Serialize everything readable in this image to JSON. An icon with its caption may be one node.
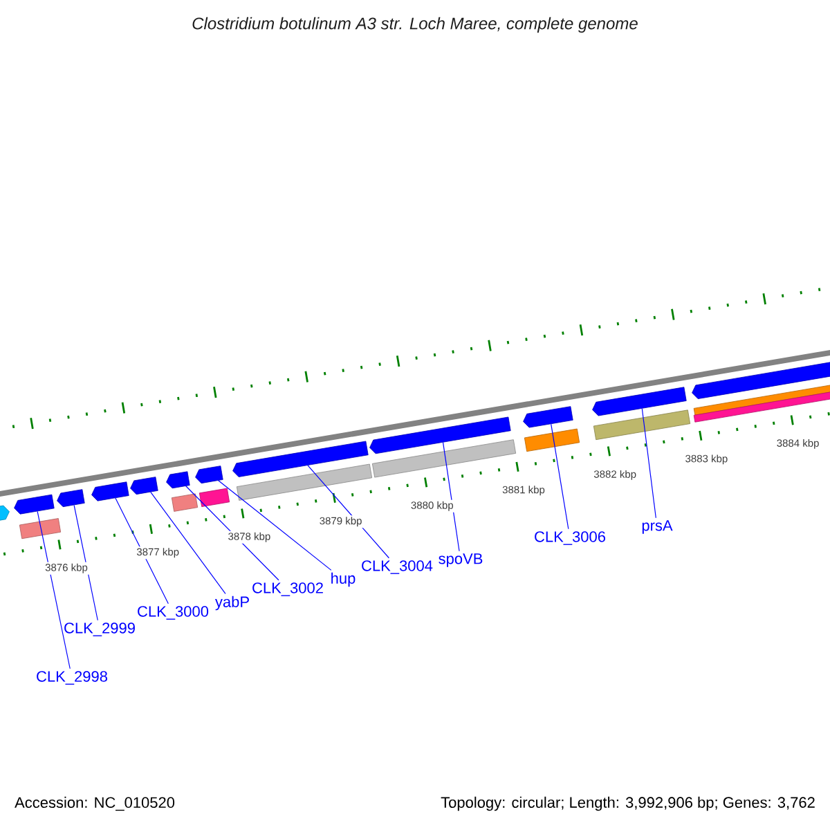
{
  "diagram": {
    "title": "Clostridium botulinum A3 str. Loch Maree, complete genome",
    "nodes": [
      {
        "text": [],
        "shape": "pentagon"
      },
      {
        "text": [],
        "shape": "pentagon"
      },
      {
        "text": [],
        "shape": "bar"
      },
      {
        "text": [],
        "shape": "pentagon"
      },
      {
        "text": [],
        "shape": "pentagon"
      },
      {
        "text": [],
        "shape": "pentagon"
      },
      {
        "text": [],
        "shape": "pentagon"
      },
      {
        "text": [],
        "shape": "bar"
      },
      {
        "text": [],
        "shape": "pentagon"
      },
      {
        "text": [],
        "shape": "bar"
      },
      {
        "text": [],
        "shape": "pentagon"
      },
      {
        "text": [],
        "shape": "bar"
      },
      {
        "text": [],
        "shape": "pentagon"
      },
      {
        "text": [],
        "shape": "bar"
      },
      {
        "text": [],
        "shape": "pentagon"
      },
      {
        "text": [],
        "shape": "bar"
      },
      {
        "text": [],
        "shape": "pentagon"
      },
      {
        "text": [],
        "shape": "bar"
      },
      {
        "text": [],
        "shape": "pentagon"
      },
      {
        "text": [],
        "shape": "bar"
      },
      {
        "text": [],
        "shape": "bar"
      },
      {
        "text": [
          "CLK_2998"
        ]
      },
      {
        "text": [
          "CLK_2999"
        ]
      },
      {
        "text": [
          "CLK_3000"
        ]
      },
      {
        "text": [
          "yabP"
        ]
      },
      {
        "text": [
          "CLK_3002"
        ]
      },
      {
        "text": [
          "hup"
        ]
      },
      {
        "text": [
          "CLK_3004"
        ]
      },
      {
        "text": [
          "spoVB"
        ]
      },
      {
        "text": [
          "CLK_3006"
        ]
      },
      {
        "text": [
          "prsA"
        ]
      }
    ],
    "edges": [
      {
        "from": 21,
        "to": 1,
        "arrow": "none"
      },
      {
        "from": 22,
        "to": 3,
        "arrow": "none"
      },
      {
        "from": 23,
        "to": 4,
        "arrow": "none"
      },
      {
        "from": 24,
        "to": 5,
        "arrow": "none"
      },
      {
        "from": 25,
        "to": 6,
        "arrow": "none"
      },
      {
        "from": 26,
        "to": 8,
        "arrow": "none"
      },
      {
        "from": 27,
        "to": 10,
        "arrow": "none"
      },
      {
        "from": 28,
        "to": 12,
        "arrow": "none"
      },
      {
        "from": 29,
        "to": 14,
        "arrow": "none"
      },
      {
        "from": 30,
        "to": 16,
        "arrow": "none"
      }
    ],
    "labels": [
      "3876 kbp",
      "3877 kbp",
      "3878 kbp",
      "3879 kbp",
      "3880 kbp",
      "3881 kbp",
      "3882 kbp",
      "3883 kbp",
      "3884 kbp",
      "Accession: NC_010520",
      "Topology: circular; Length: 3,992,906 bp; Genes: 3,762"
    ]
  }
}
